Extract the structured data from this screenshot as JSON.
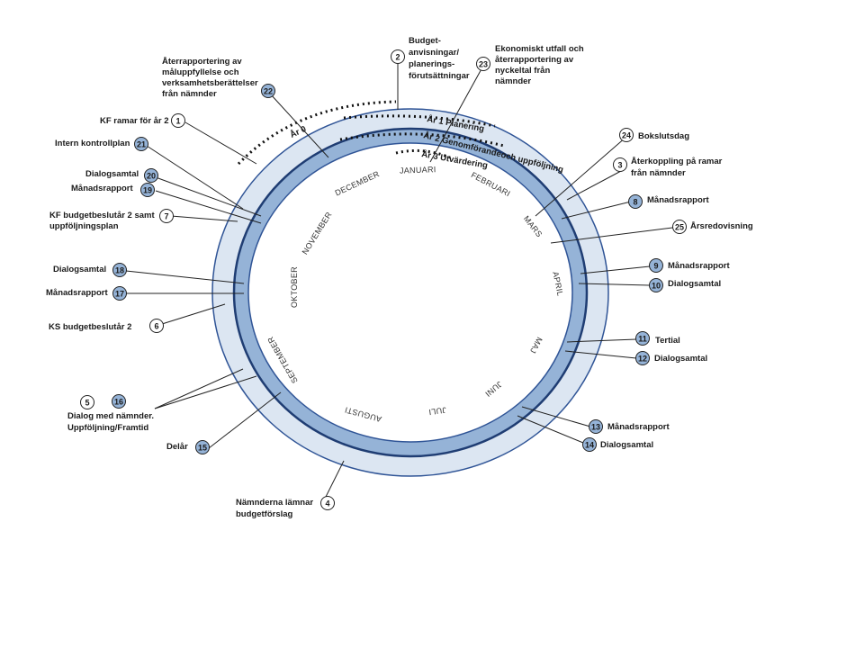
{
  "colors": {
    "outer_ring": "#dce6f2",
    "middle_ring": "#95b3d7",
    "ring_border": "#2f5496",
    "marker_filled": "#95b3d7",
    "marker_empty": "#ffffff"
  },
  "months": [
    "JANUARI",
    "FEBRUARI",
    "MARS",
    "APRIL",
    "MAJ",
    "JUNI",
    "JULI",
    "AUGUSTI",
    "SEPTEMBER",
    "OKTOBER",
    "NOVEMBER",
    "DECEMBER"
  ],
  "ring_labels": {
    "year0": "År 0",
    "year1": "År 1 Planering",
    "year2": "År 2 Genomförandeoch uppföljning",
    "year3": "År 3 Utvärdering"
  },
  "markers": {
    "m1": {
      "num": "1",
      "label": "KF ramar för år 2"
    },
    "m2": {
      "num": "2",
      "lines": [
        "Budget-",
        "anvisningar/",
        "planerings-",
        "förutsättningar"
      ]
    },
    "m3": {
      "num": "3",
      "lines": [
        "Återkoppling på ramar",
        "från nämnder"
      ]
    },
    "m4": {
      "num": "4",
      "lines": [
        "Nämnderna lämnar",
        "budgetförslag"
      ]
    },
    "m5": {
      "num": "5"
    },
    "m6": {
      "num": "6",
      "label": "KS budgetbeslutår 2"
    },
    "m7": {
      "num": "7",
      "lines": [
        "KF budgetbeslutår 2 samt",
        "uppföljningsplan"
      ]
    },
    "m8": {
      "num": "8",
      "label": "Månadsrapport"
    },
    "m9": {
      "num": "9",
      "label": "Månadsrapport"
    },
    "m10": {
      "num": "10",
      "label": "Dialogsamtal"
    },
    "m11": {
      "num": "11",
      "label": "Tertial"
    },
    "m12": {
      "num": "12",
      "label": "Dialogsamtal"
    },
    "m13": {
      "num": "13",
      "label": "Månadsrapport"
    },
    "m14": {
      "num": "14",
      "label": "Dialogsamtal"
    },
    "m15": {
      "num": "15",
      "label": "Delår"
    },
    "m16": {
      "num": "16",
      "lines": [
        "Dialog med nämnder.",
        "Uppföljning/Framtid"
      ]
    },
    "m17": {
      "num": "17",
      "label": "Månadsrapport"
    },
    "m18": {
      "num": "18",
      "label": "Dialogsamtal"
    },
    "m19": {
      "num": "19",
      "label": "Månadsrapport"
    },
    "m20": {
      "num": "20",
      "label": "Dialogsamtal"
    },
    "m21": {
      "num": "21",
      "label": "Intern kontrollplan"
    },
    "m22": {
      "num": "22",
      "lines": [
        "Återrapportering av",
        "måluppfyllelse och",
        "verksamhetsberättelser",
        "från nämnder"
      ]
    },
    "m23": {
      "num": "23",
      "lines": [
        "Ekonomiskt utfall och",
        "återrapportering av",
        "nyckeltal från",
        "nämnder"
      ]
    },
    "m24": {
      "num": "24",
      "label": "Bokslutsdag"
    },
    "m25": {
      "num": "25",
      "label": "Årsredovisning"
    }
  }
}
